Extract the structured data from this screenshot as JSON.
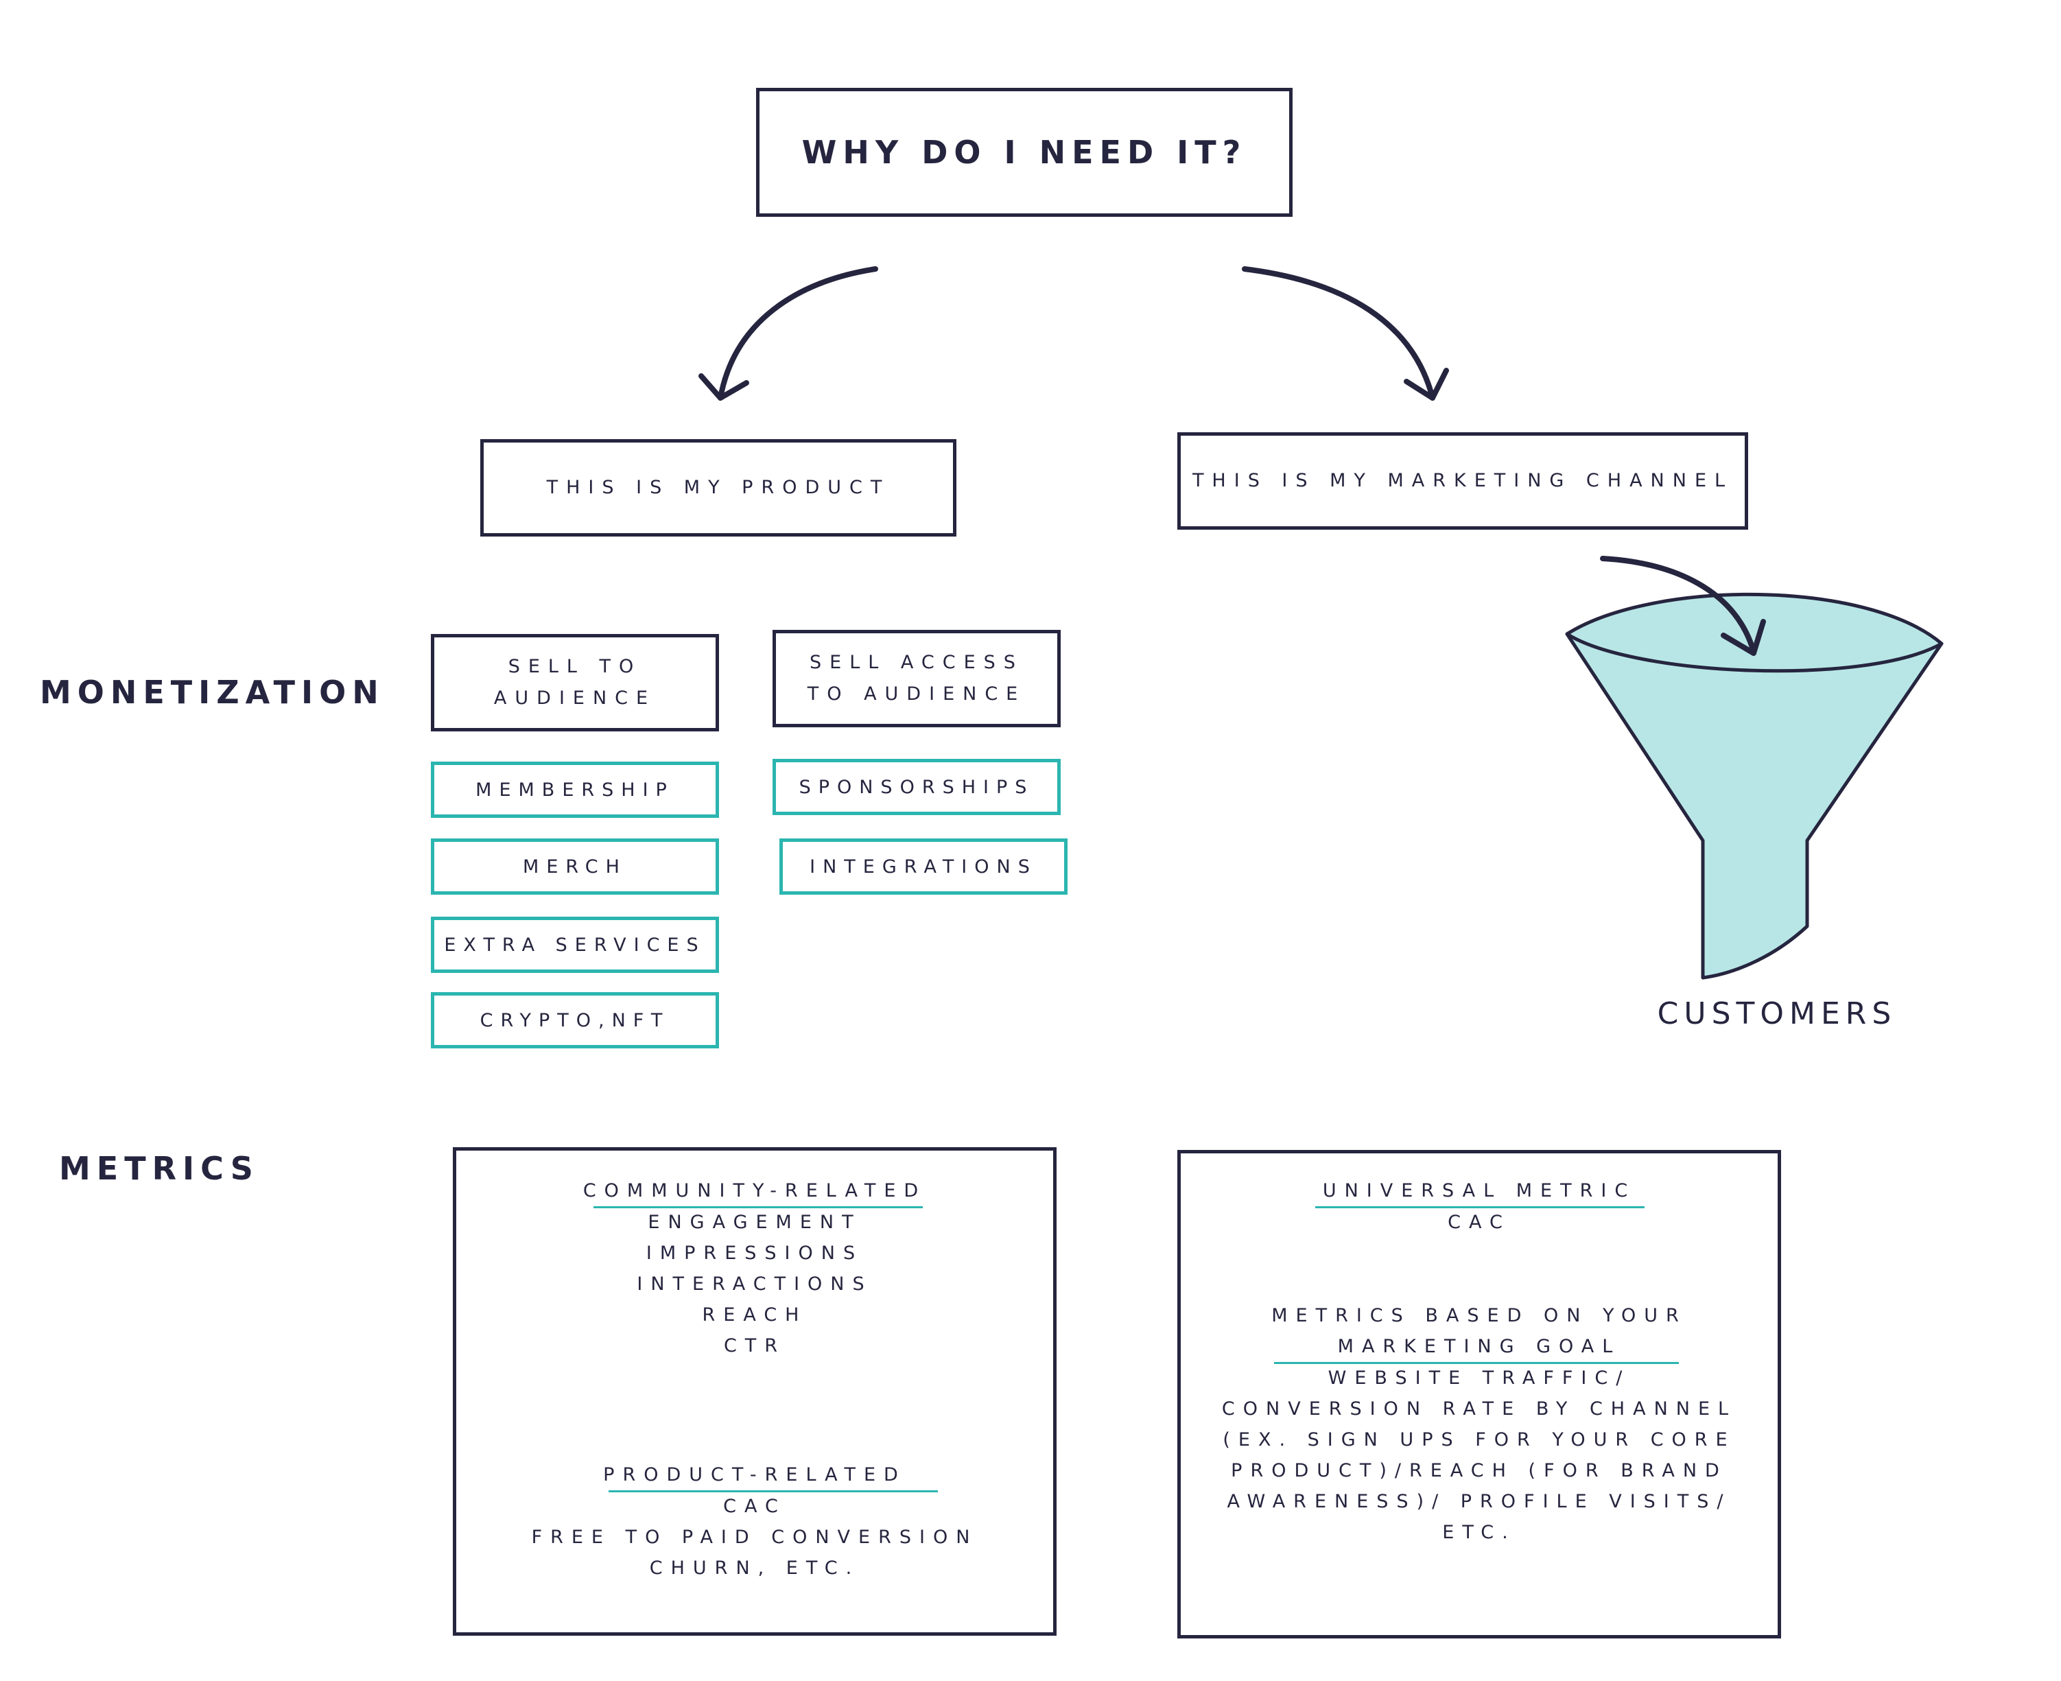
{
  "title": "WHY DO I NEED IT?",
  "branches": {
    "product": "THIS IS MY PRODUCT",
    "marketing": "THIS IS MY MARKETING CHANNEL"
  },
  "monetization": {
    "label": "MONETIZATION",
    "sell_to_audience": {
      "title_lines": [
        "SELL TO",
        "AUDIENCE"
      ],
      "items": [
        "MEMBERSHIP",
        "MERCH",
        "EXTRA SERVICES",
        "CRYPTO,NFT"
      ]
    },
    "sell_access": {
      "title_lines": [
        "SELL ACCESS",
        "TO AUDIENCE"
      ],
      "items": [
        "SPONSORSHIPS",
        "INTEGRATIONS"
      ]
    }
  },
  "funnel": {
    "label": "CUSTOMERS"
  },
  "metrics": {
    "label": "METRICS",
    "left": {
      "community_heading": "COMMUNITY-RELATED",
      "community_items": [
        "ENGAGEMENT",
        "IMPRESSIONS",
        "INTERACTIONS",
        "REACH",
        "CTR"
      ],
      "product_heading": "PRODUCT-RELATED",
      "product_items": [
        "CAC",
        "FREE TO PAID CONVERSION",
        "CHURN, ETC."
      ]
    },
    "right": {
      "universal_heading": "UNIVERSAL METRIC",
      "universal_items": [
        "CAC"
      ],
      "goal_heading_lines": [
        "METRICS BASED ON YOUR",
        "MARKETING GOAL"
      ],
      "goal_items": [
        "WEBSITE TRAFFIC/",
        "CONVERSION RATE BY CHANNEL",
        "(EX. SIGN UPS FOR YOUR CORE",
        "PRODUCT)/REACH (FOR BRAND",
        "AWARENESS)/ PROFILE VISITS/",
        "ETC."
      ]
    }
  },
  "colors": {
    "ink": "#26253f",
    "accent": "#2bb5b0",
    "funnel_fill": "#b8e6e6"
  }
}
